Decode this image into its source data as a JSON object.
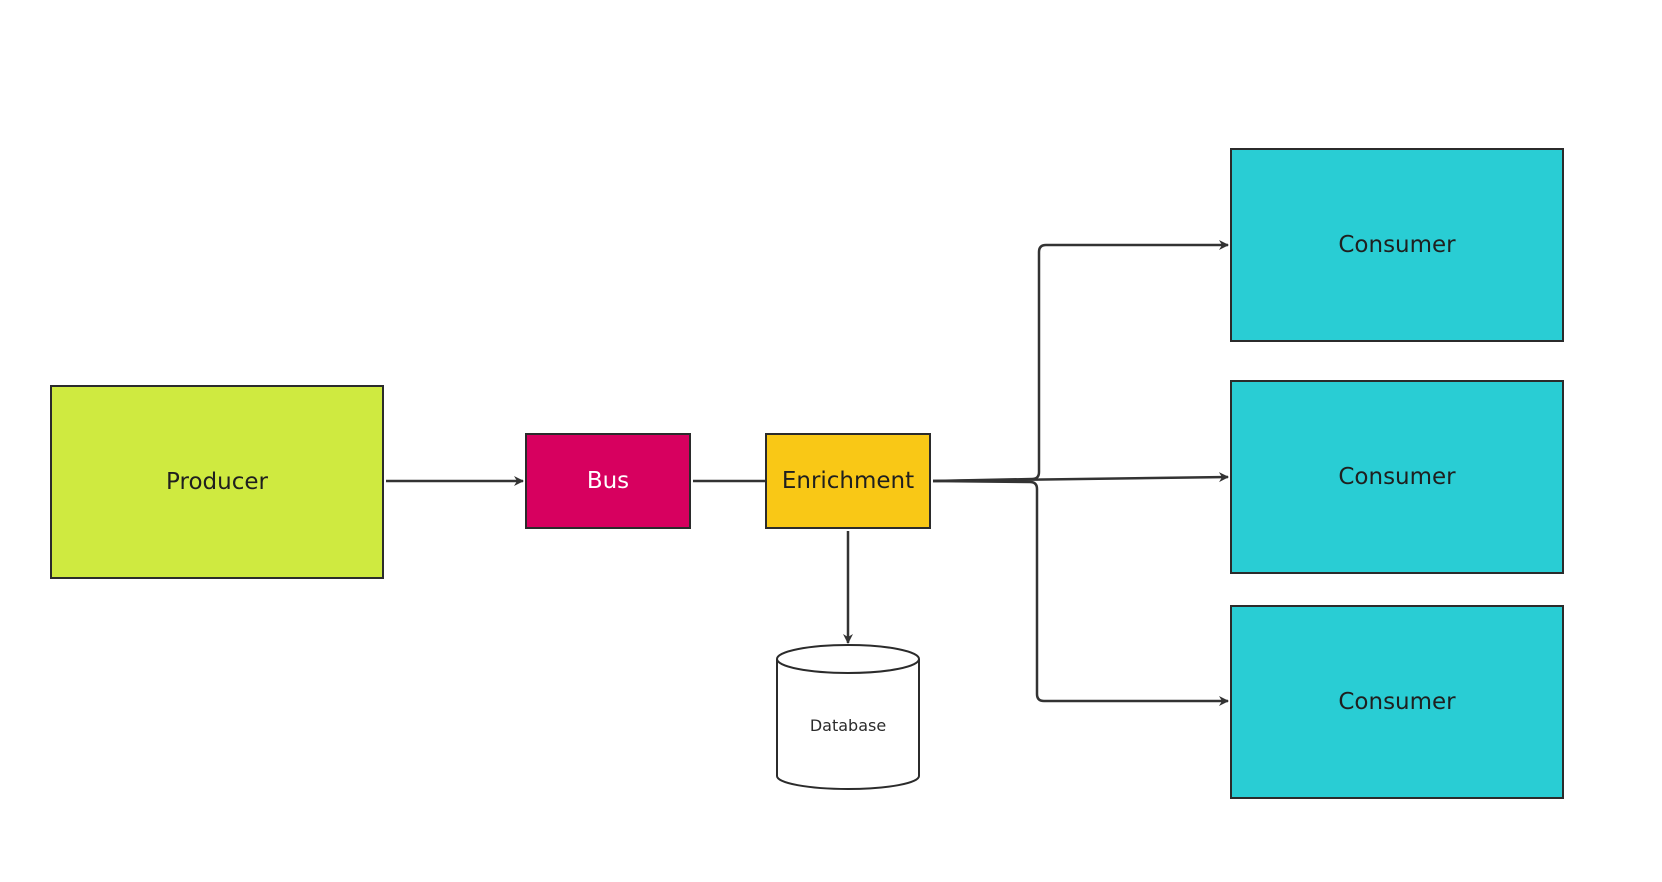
{
  "nodes": {
    "producer": "Producer",
    "bus": "Bus",
    "enrichment": "Enrichment",
    "database": "Database",
    "consumers": [
      "Consumer",
      "Consumer",
      "Consumer"
    ]
  },
  "colors": {
    "producer": "#cfea40",
    "bus": "#d7005f",
    "enrichment": "#f9c816",
    "consumer": "#29cdd4",
    "database": "#ffffff",
    "stroke": "#2b2b2b",
    "connector": "#333333"
  },
  "edges": [
    {
      "from": "producer",
      "to": "bus",
      "arrow": true
    },
    {
      "from": "bus",
      "to": "enrichment",
      "arrow": false
    },
    {
      "from": "enrichment",
      "to": "database",
      "arrow": true
    },
    {
      "from": "enrichment",
      "to": "consumer-1",
      "arrow": true
    },
    {
      "from": "enrichment",
      "to": "consumer-2",
      "arrow": true
    },
    {
      "from": "enrichment",
      "to": "consumer-3",
      "arrow": true
    }
  ]
}
